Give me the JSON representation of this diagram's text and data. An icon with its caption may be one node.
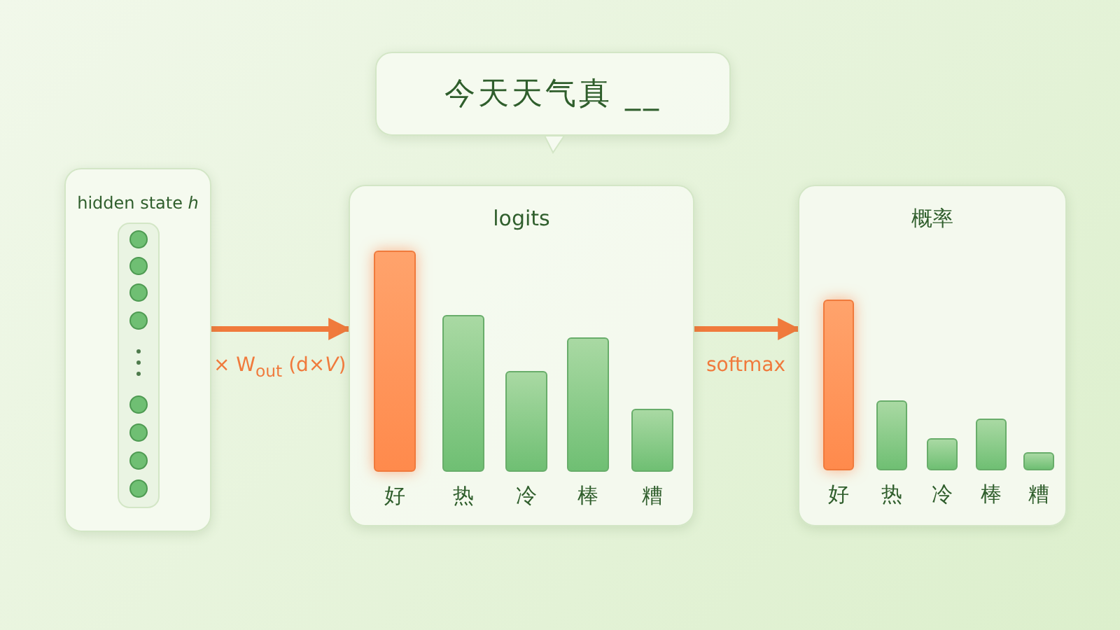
{
  "diagram": {
    "nodes": [
      {
        "text": [
          "今天天气真 __"
        ]
      },
      {
        "text": [
          "hidden state *h*"
        ]
      },
      {
        "text": [
          "logits"
        ]
      },
      {
        "text": [
          "概率"
        ]
      }
    ],
    "edges": [
      {
        "from": 1,
        "to": 2,
        "arrow": "to",
        "label": "× W$_{out}$ (d×*V*)"
      },
      {
        "from": 2,
        "to": 3,
        "arrow": "to",
        "label": "softmax"
      }
    ],
    "labels": [
      "好",
      "热",
      "冷",
      "棒",
      "糟",
      "好",
      "热",
      "冷",
      "棒",
      "糟"
    ]
  }
}
